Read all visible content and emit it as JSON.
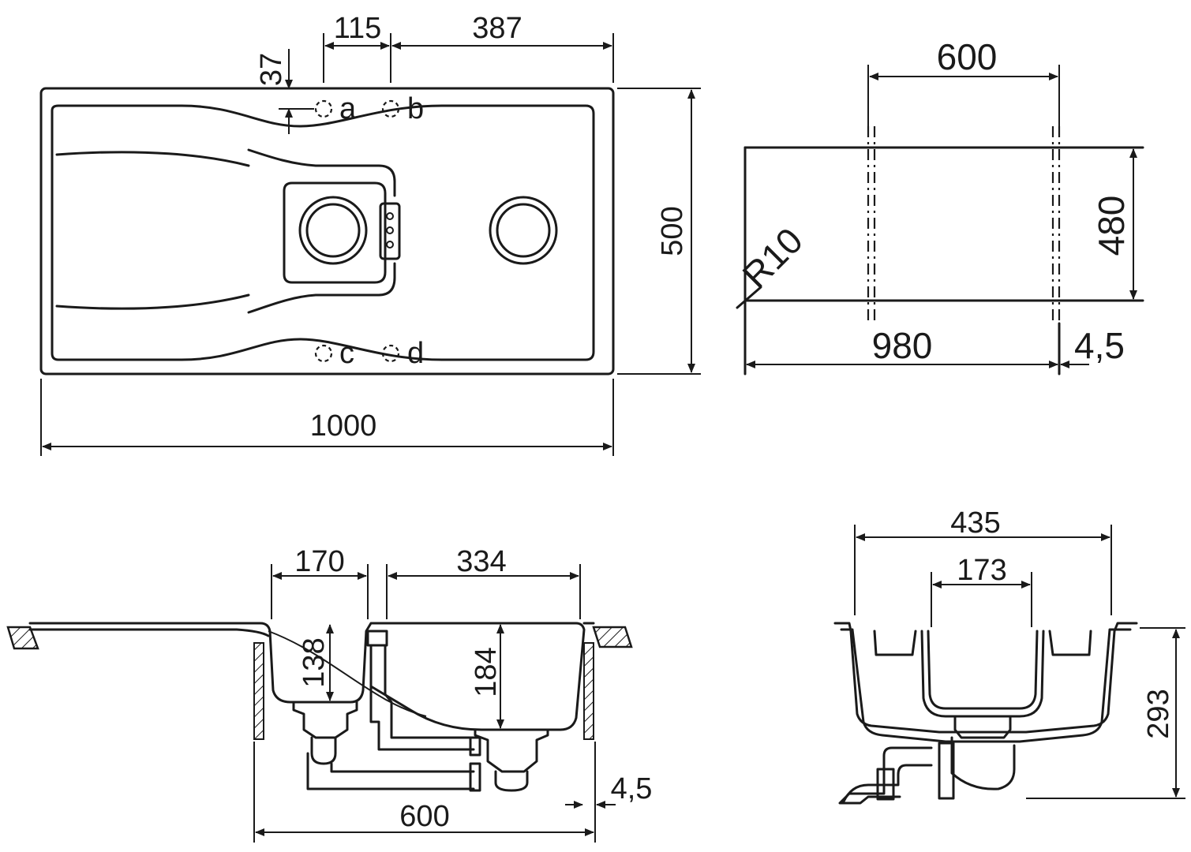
{
  "top_view": {
    "dim_1000": "1000",
    "dim_500": "500",
    "dim_115": "115",
    "dim_387": "387",
    "dim_37": "37",
    "hole_a": "a",
    "hole_b": "b",
    "hole_c": "c",
    "hole_d": "d"
  },
  "cutout_view": {
    "dim_600": "600",
    "dim_480": "480",
    "dim_980": "980",
    "dim_4_5": "4,5",
    "radius": "R10"
  },
  "side_view": {
    "dim_170": "170",
    "dim_334": "334",
    "dim_138": "138",
    "dim_184": "184",
    "dim_600": "600",
    "dim_4_5": "4,5"
  },
  "end_view": {
    "dim_435": "435",
    "dim_173": "173",
    "dim_293": "293"
  }
}
